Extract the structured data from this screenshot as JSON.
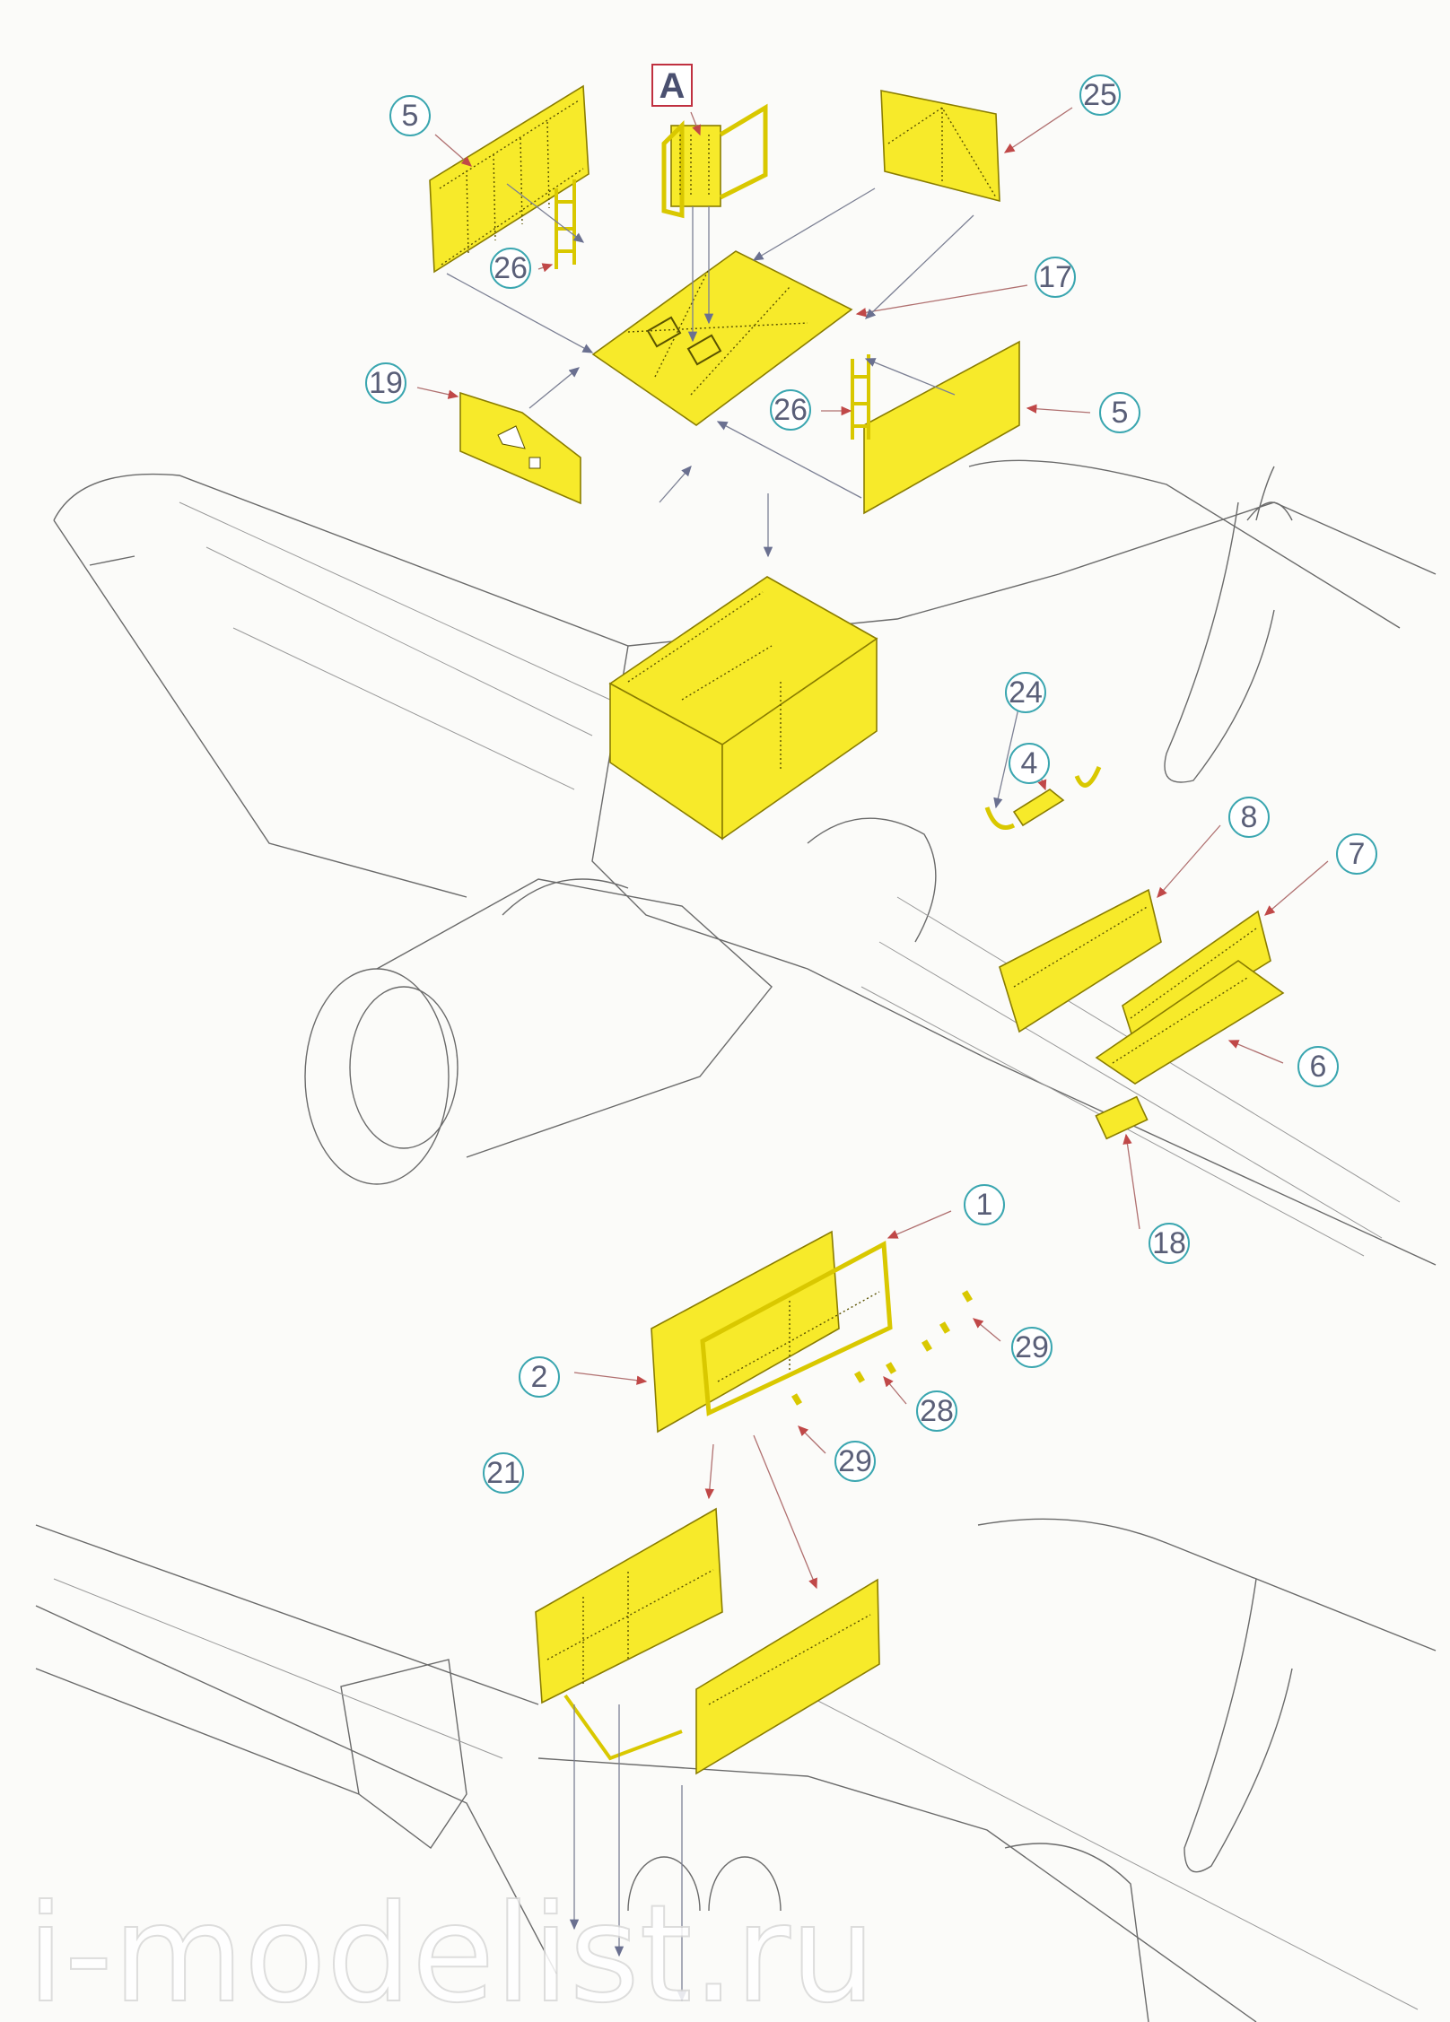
{
  "diagram": {
    "step_label": "A",
    "callouts_upper": [
      "5",
      "25",
      "26",
      "17",
      "19",
      "26",
      "5",
      "24",
      "4",
      "8",
      "7",
      "6",
      "18"
    ],
    "callouts_lower": [
      "1",
      "29",
      "2",
      "28",
      "29",
      "21"
    ],
    "watermark": "i-modelist.ru",
    "colors": {
      "photo_etch": "#f7ea2a",
      "callout_ring": "#3aa6b0",
      "label_border": "#c03040"
    }
  }
}
